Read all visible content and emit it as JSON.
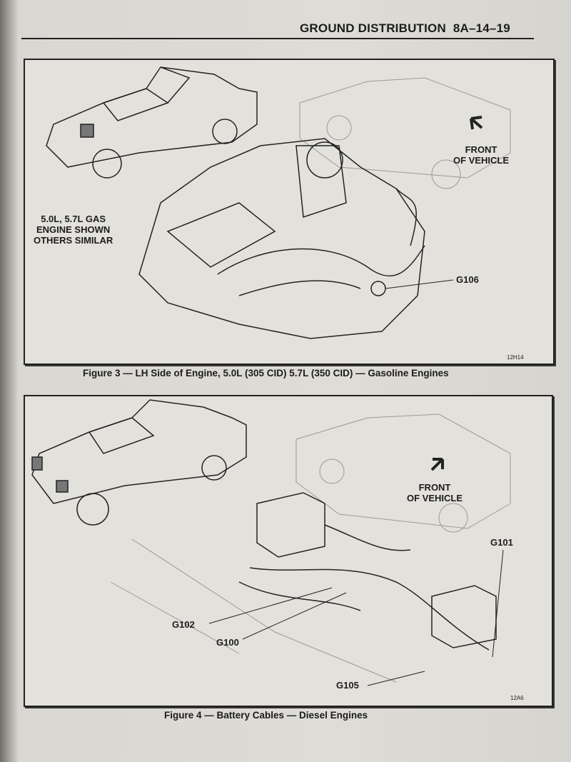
{
  "header": {
    "section": "GROUND DISTRIBUTION",
    "page": "8A–14–19"
  },
  "figure3": {
    "engine_note": [
      "5.0L, 5.7L GAS",
      "ENGINE SHOWN",
      "OTHERS SIMILAR"
    ],
    "front": [
      "FRONT",
      "OF VEHICLE"
    ],
    "callouts": [
      "G106"
    ],
    "code": "12H14",
    "caption": "Figure 3 — LH Side of Engine, 5.0L (305 CID) 5.7L (350 CID) — Gasoline Engines"
  },
  "figure4": {
    "front": [
      "FRONT",
      "OF VEHICLE"
    ],
    "callouts": [
      "G101",
      "G102",
      "G100",
      "G105"
    ],
    "code": "12A6",
    "caption": "Figure 4 — Battery Cables — Diesel Engines"
  }
}
